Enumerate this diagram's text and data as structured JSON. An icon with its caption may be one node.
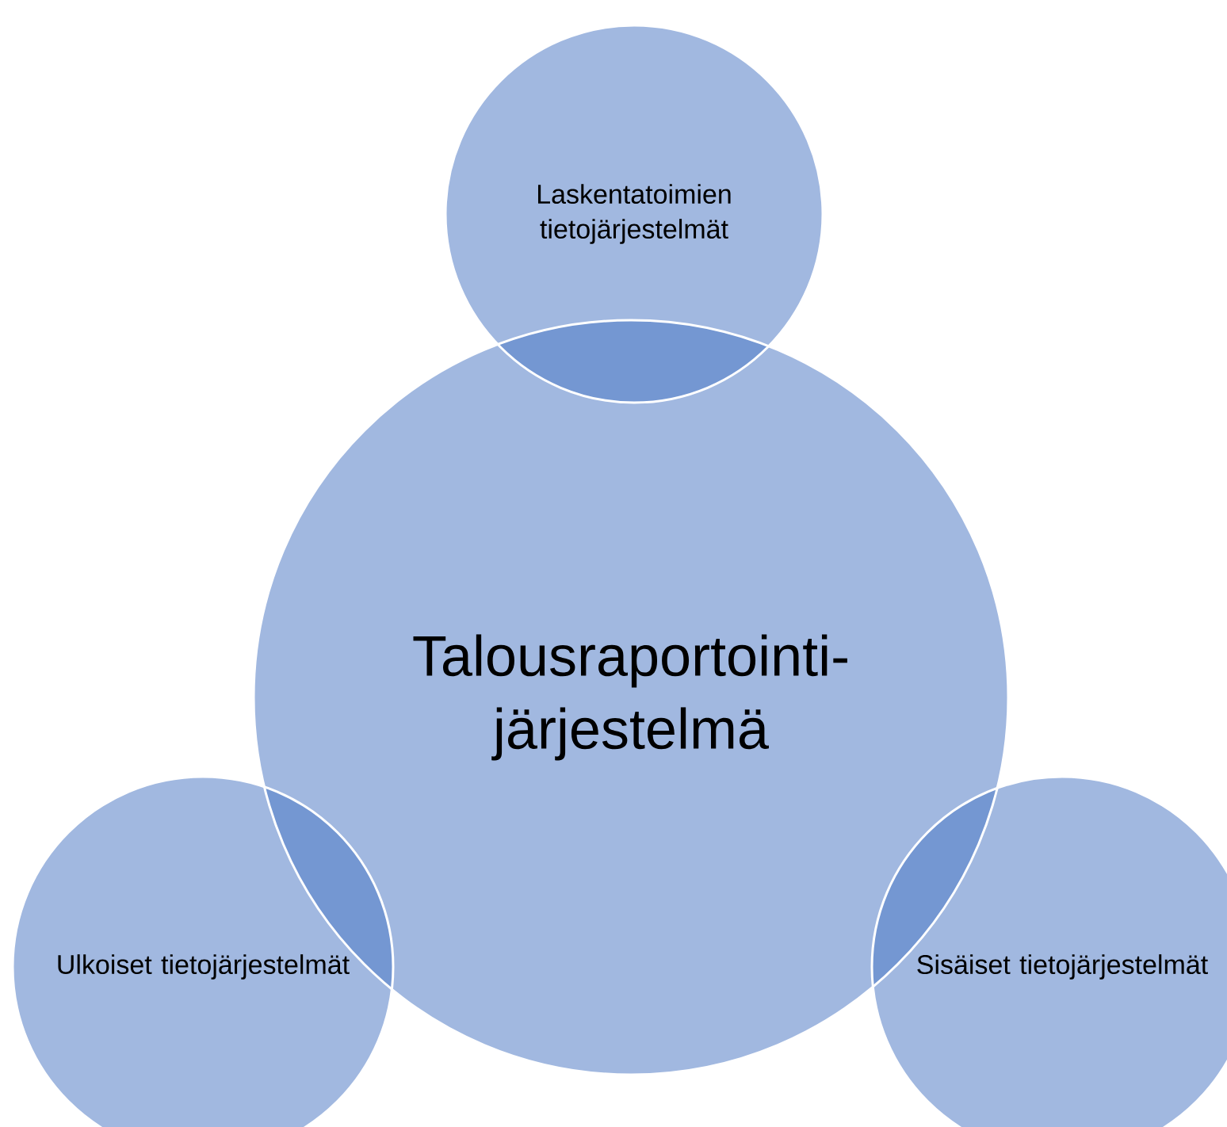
{
  "diagram": {
    "nodes": [
      {
        "text": [
          "Laskentatoimien tietojärjestelmät"
        ]
      },
      {
        "text": [
          "Talousraportointi-järjestelmä"
        ]
      },
      {
        "text": [
          "Ulkoiset tietojärjestelmät"
        ]
      },
      {
        "text": [
          "Sisäiset tietojärjestelmät"
        ]
      }
    ]
  }
}
